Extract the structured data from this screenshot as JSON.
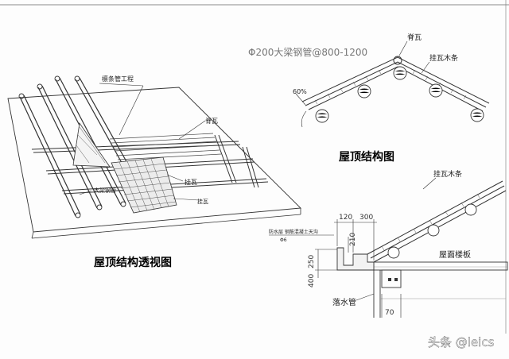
{
  "perspective": {
    "title": "屋顶结构透视图",
    "labels": {
      "roof_pipe": "檩条管工程",
      "ridge_tile": "脊瓦",
      "hanging_tile": "挂瓦",
      "steel_beam": "大梁钢管"
    }
  },
  "section": {
    "title": "屋顶结构图",
    "labels": {
      "spec": "Φ200大梁钢管@800-1200",
      "ridge_tile": "脊瓦",
      "tile_batten": "挂瓦木条",
      "angle": "60%"
    }
  },
  "detail": {
    "labels": {
      "tile_batten": "挂瓦木条",
      "floor_slab": "屋面楼板",
      "downpipe": "落水管",
      "gutter_note": "防水层 钢筋混凝土天沟",
      "sep": "Φ6",
      "dim_120": "120",
      "dim_300": "300",
      "dim_210": "210",
      "dim_250": "250",
      "dim_400": "400",
      "dim_70": "70"
    }
  },
  "watermark": "头条 @leics"
}
